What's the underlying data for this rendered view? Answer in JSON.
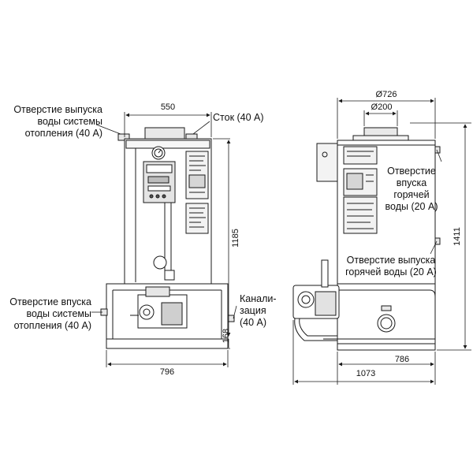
{
  "front_view": {
    "label_outlet_heating": "Отверстие выпуска\nводы системы\nотопления (40 А)",
    "label_drain": "Сток (40 А)",
    "label_inlet_heating": "Отверстие впуска\nводы системы\nотопления (40 А)",
    "label_sewer": "Канали-\nзация\n(40 А)",
    "dim_top_width": "550",
    "dim_height": "1185",
    "dim_base_height": "168",
    "dim_total_width": "796"
  },
  "side_view": {
    "label_hot_inlet": "Отверстие\nвпуска\nгорячей\nводы (20 А)",
    "label_hot_outlet": "Отверстие выпуска\nгорячей воды (20 А)",
    "dim_outer_diameter": "Ø726",
    "dim_inner_diameter": "Ø200",
    "dim_total_height": "1411",
    "dim_depth": "786",
    "dim_total_depth": "1073"
  },
  "colors": {
    "line": "#1a1a1a",
    "panel_fill": "#f2f2f2"
  }
}
